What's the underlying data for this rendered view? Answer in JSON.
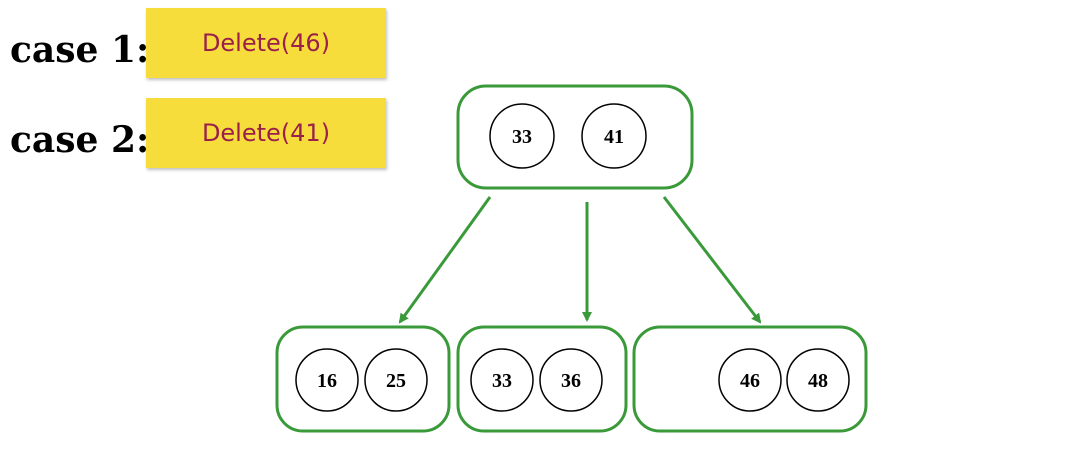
{
  "cases": [
    {
      "label": "case 1:",
      "operation": "Delete(46)"
    },
    {
      "label": "case 2:",
      "operation": "Delete(41)"
    }
  ],
  "tree": {
    "root": {
      "keys": [
        "33",
        "41"
      ]
    },
    "children": [
      {
        "keys": [
          "16",
          "25"
        ]
      },
      {
        "keys": [
          "33",
          "36"
        ]
      },
      {
        "keys": [
          "46",
          "48"
        ]
      }
    ]
  },
  "colors": {
    "node_border": "#3a9a3a",
    "arrow": "#3a9a3a",
    "op_box_fill": "#f7dd3c",
    "op_text": "#9a1f4a"
  }
}
